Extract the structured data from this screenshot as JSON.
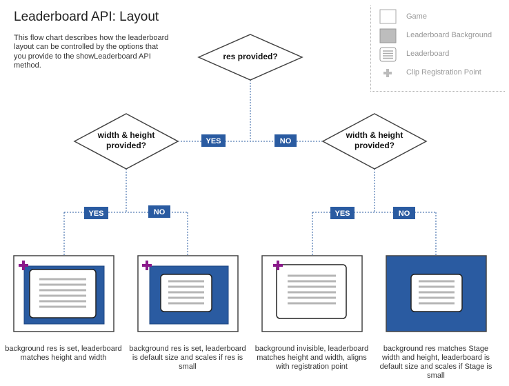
{
  "title": "Leaderboard API: Layout",
  "description": "This flow chart describes how the leaderboard layout can be controlled by the options that you provide to the showLeaderboard API method.",
  "legend": {
    "game": "Game",
    "background": "Leaderboard Background",
    "leaderboard": "Leaderboard",
    "registration": "Clip Registration Point"
  },
  "decisions": {
    "res": "res provided?",
    "wh_left": "width & height provided?",
    "wh_right": "width & height provided?"
  },
  "branches": {
    "res_yes": "YES",
    "res_no": "NO",
    "left_yes": "YES",
    "left_no": "NO",
    "right_yes": "YES",
    "right_no": "NO"
  },
  "captions": [
    "background res is set, leaderboard matches height and width",
    "background res is set, leaderboard is default size and scales if res is small",
    "background invisible, leaderboard matches height and width, aligns with registration point",
    "background res matches Stage width and height, leaderboard is default size and scales if Stage is small"
  ],
  "colors": {
    "background_blue": "#2a5ba1",
    "tag_blue": "#2a5ba1",
    "registration_purple": "#8b1a8b",
    "line_blue": "#2a5ba1"
  }
}
